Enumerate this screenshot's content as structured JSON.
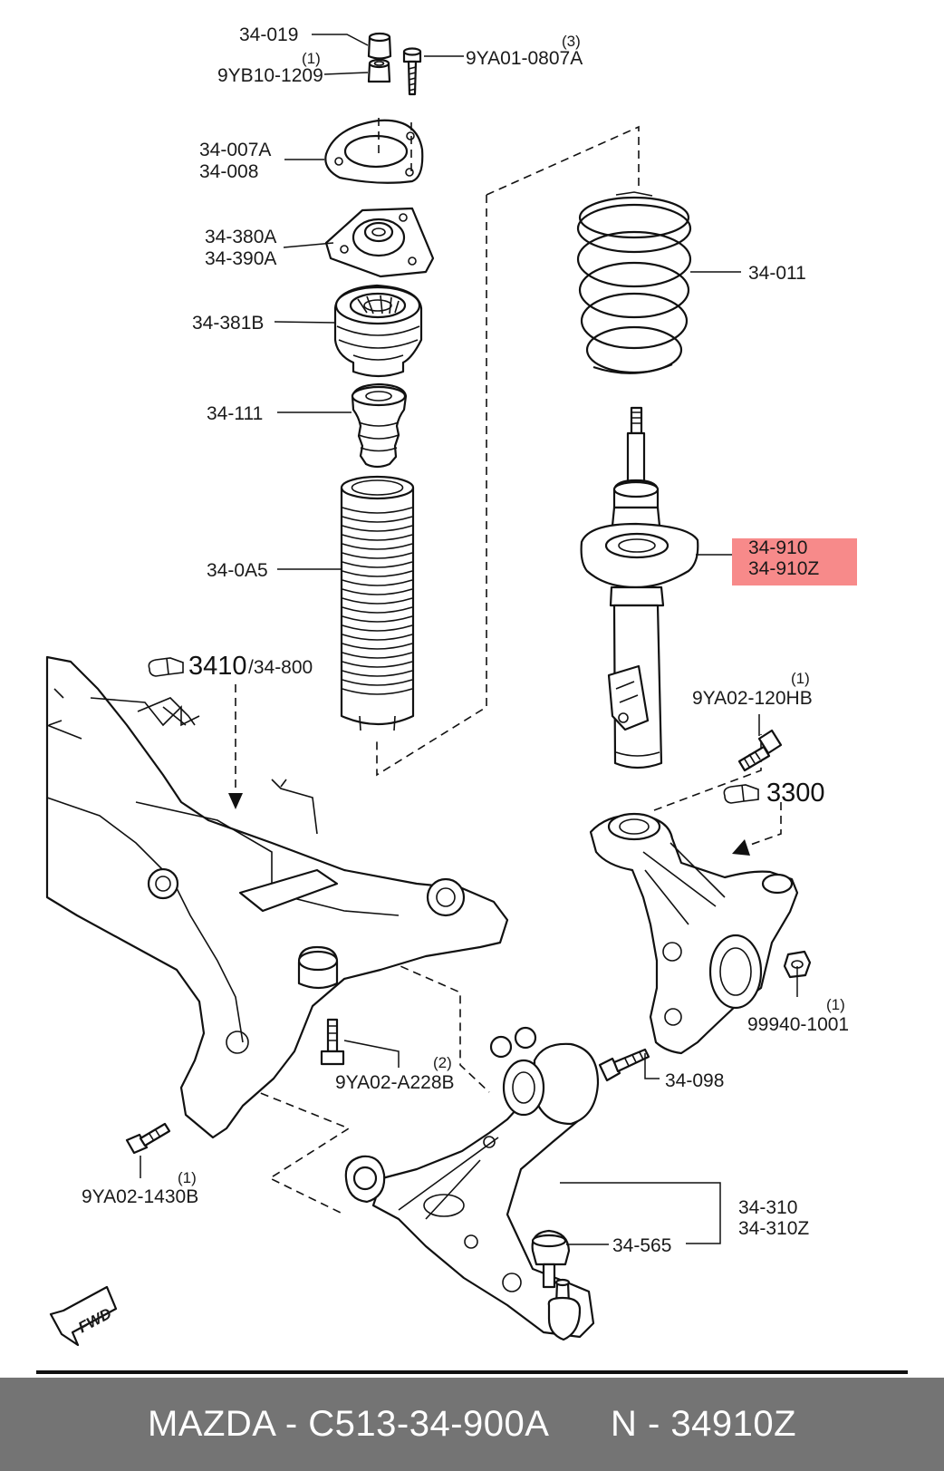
{
  "labels": {
    "p34_019": "34-019",
    "q1_a": "(1)",
    "p9yb10_1209": "9YB10-1209",
    "q3": "(3)",
    "p9ya01_0807a": "9YA01-0807A",
    "p34_007a": "34-007A",
    "p34_008": "34-008",
    "p34_380a": "34-380A",
    "p34_390a": "34-390A",
    "p34_381b": "34-381B",
    "p34_111": "34-111",
    "p34_0a5": "34-0A5",
    "p34_011": "34-011",
    "p34_910": "34-910",
    "p34_910z": "34-910Z",
    "ref_3410": "3410",
    "ref_34_800": "/34-800",
    "q1_b": "(1)",
    "p9ya02_120hb": "9YA02-120HB",
    "ref_3300": "3300",
    "q1_c": "(1)",
    "p99940_1001": "99940-1001",
    "q2": "(2)",
    "p9ya02_a228b": "9YA02-A228B",
    "p34_098": "34-098",
    "q1_d": "(1)",
    "p9ya02_1430b": "9YA02-1430B",
    "p34_310": "34-310",
    "p34_310z": "34-310Z",
    "p34_565": "34-565",
    "fwd": "FWD"
  },
  "highlight_color": "#f78a8a",
  "footer": {
    "text": "MAZDA - C513-34-900A      N - 34910Z",
    "background": "#747474"
  }
}
